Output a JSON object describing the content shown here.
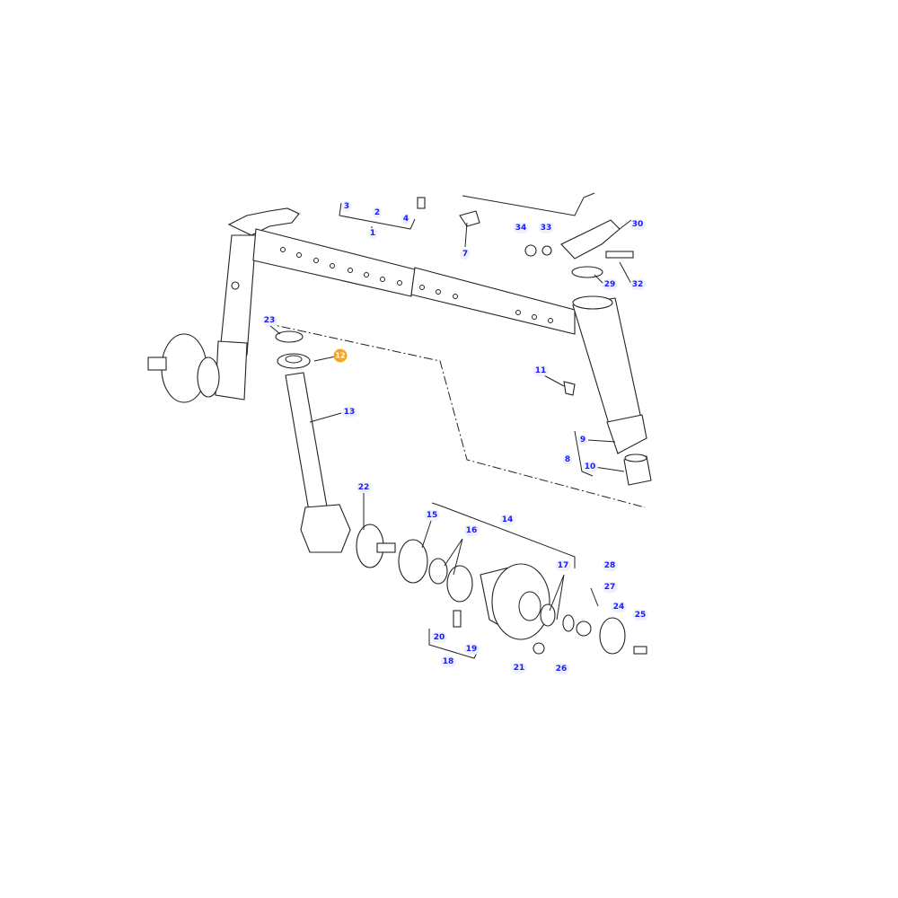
{
  "diagram": {
    "selected_part": "12",
    "highlight_color": "#f5a623",
    "label_color": "#1a1aff",
    "callouts": [
      "1",
      "2",
      "3",
      "4",
      "7",
      "34",
      "33",
      "30",
      "29",
      "32",
      "23",
      "12",
      "11",
      "13",
      "9",
      "8",
      "10",
      "22",
      "15",
      "14",
      "16",
      "17",
      "28",
      "27",
      "24",
      "25",
      "20",
      "19",
      "18",
      "21",
      "26"
    ]
  }
}
